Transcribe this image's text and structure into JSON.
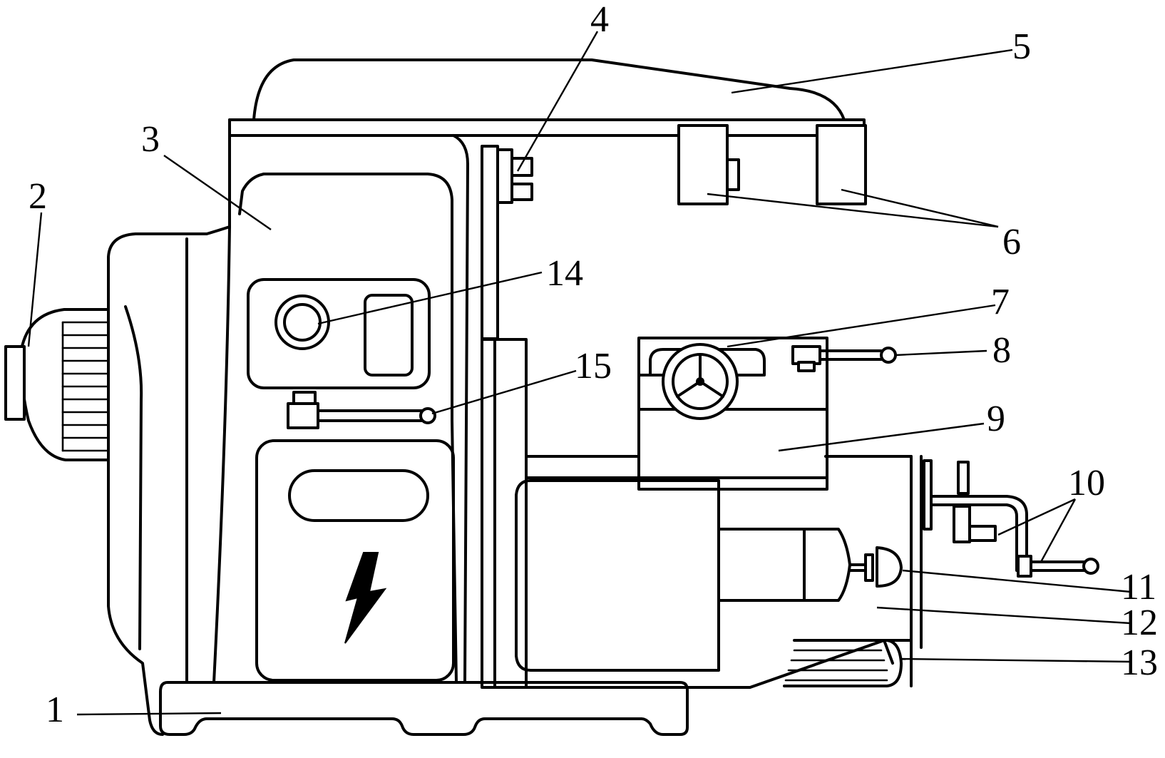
{
  "diagram": {
    "callouts": {
      "c1": "1",
      "c2": "2",
      "c3": "3",
      "c4": "4",
      "c5": "5",
      "c6": "6",
      "c7": "7",
      "c8": "8",
      "c9": "9",
      "c10": "10",
      "c11": "11",
      "c12": "12",
      "c13": "13",
      "c14": "14",
      "c15": "15"
    },
    "icons": {
      "electrical_symbol": "lightning-bolt-icon"
    }
  }
}
